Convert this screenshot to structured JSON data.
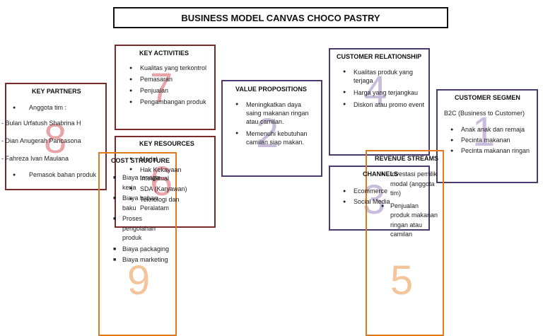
{
  "title": "BUSINESS MODEL CANVAS CHOCO PASTRY",
  "key_partners": {
    "heading": "KEY PARTNERS",
    "number": "8",
    "intro": "Anggota tim :",
    "members": [
      "- Bulan Urfatush Shabrina H",
      "- Dian Anugerah Pancasona",
      "- Fahreza Ivan Maulana"
    ],
    "other": "Pemasok bahan produk"
  },
  "key_activities": {
    "heading": "KEY ACTIVITIES",
    "number": "7",
    "items": [
      "Kualitas yang terkontrol",
      "Pemasaran",
      "Penjualan",
      "Pengambangan produk"
    ]
  },
  "key_resources": {
    "heading": "KEY RESOURCES",
    "number": "6",
    "items": [
      "Modal",
      "Hak Kekayaan Intelektual",
      "SDA (Karyawan)",
      "Teknologi dan Peralatam"
    ]
  },
  "value_propositions": {
    "heading": "VALUE PROPOSITIONS",
    "number": "2",
    "items": [
      "Meningkatkan daya saing makanan ringan atau camilan.",
      "Memenuhi kebutuhan camilan siap makan."
    ]
  },
  "customer_relationship": {
    "heading": "CUSTOMER RELATIONSHIP",
    "number": "4",
    "items": [
      "Kualitas produk yang terjaga",
      "Harga yang terjangkau",
      "Diskon atau promo event"
    ]
  },
  "channels": {
    "heading": "CHANNELS",
    "number": "3",
    "items": [
      "Ecommerce",
      "Social Media"
    ]
  },
  "customer_segment": {
    "heading": "CUSTOMER SEGMEN",
    "number": "1",
    "intro": "B2C (Business to Customer)",
    "items": [
      "Anak anak dan remaja",
      "Pecinta makanan",
      "Pecinta makanan ringan"
    ]
  },
  "cost_structure": {
    "heading": "COST STRUCTURE",
    "number": "9",
    "items": [
      "Biaya tenaga kerja",
      "Biaya bahan baku",
      "Proses pengolahan produk",
      "Biaya packaging",
      "Biaya marketing"
    ]
  },
  "revenue_streams": {
    "heading": "REVENUE STREAMS",
    "number": "5",
    "items": [
      "Investasi pemilik modal (anggota tim)",
      "Penjualan produk makanan ringan atau camilan"
    ]
  },
  "colors": {
    "maroon": "#7a2a2c",
    "purple": "#4c3a6c",
    "orange": "#e07a1d",
    "number_pink": "#e8a4a8",
    "number_lavender": "#c9bddc",
    "number_orange": "#f4c59b"
  }
}
